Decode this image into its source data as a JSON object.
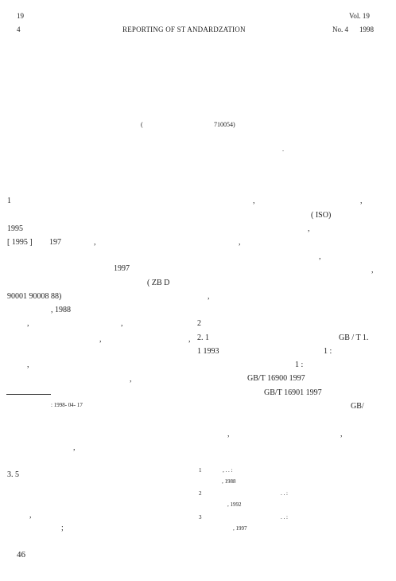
{
  "header": {
    "volume_num": "19",
    "issue_num": "4",
    "journal": "REPORTING OF ST ANDARDZATION",
    "vol_label": "Vol. 19",
    "issue_label": "No. 4",
    "year": "1998"
  },
  "author_block": {
    "paren": "(",
    "postcode": "710054)",
    "end_mark": "."
  },
  "left_col": {
    "section_num": "1",
    "year_1995": "1995",
    "ref_1995": "[ 1995 ]",
    "num_197": "197",
    "comma_a": ",",
    "year_1997": "1997",
    "zb": "( ZB  D",
    "std_codes": "90001    90008    88)",
    "comma_1988": ", 1988",
    "comma_b": ",",
    "comma_c": ",",
    "comma_d": ",",
    "comma_e": ",",
    "comma_f": ",",
    "comma_g": ",",
    "received": ":  1998-   04-    17",
    "comma_h": ",",
    "sec35": "3. 5",
    "comma_i": ",",
    "semicolon": ";",
    "page_num": "46"
  },
  "right_col": {
    "comma_a": ",",
    "comma_b": ",",
    "iso": "( ISO)",
    "comma_c": ",",
    "comma_d": ",",
    "comma_e": ",",
    "comma_f": ",",
    "comma_g": ",",
    "sec2": "2",
    "sec21": "2. 1",
    "gbt1": "GB / T  1.",
    "num1_1993": "1    1993",
    "num1_colon": "1        :",
    "num1b_colon": "1       :",
    "gb16900": "GB/T  16900    1997",
    "gb16901": "GB/T  16901    1997",
    "gb_slash": "GB/",
    "comma_h": ",",
    "comma_i": ",",
    "refs": [
      {
        "num": "1",
        "marks": ",          .                        .       :",
        "year": ", 1988"
      },
      {
        "num": "2",
        "marks": ".                 .       :",
        "year": ", 1992"
      },
      {
        "num": "3",
        "marks": ".                 .       :",
        "year": ", 1997"
      }
    ]
  }
}
